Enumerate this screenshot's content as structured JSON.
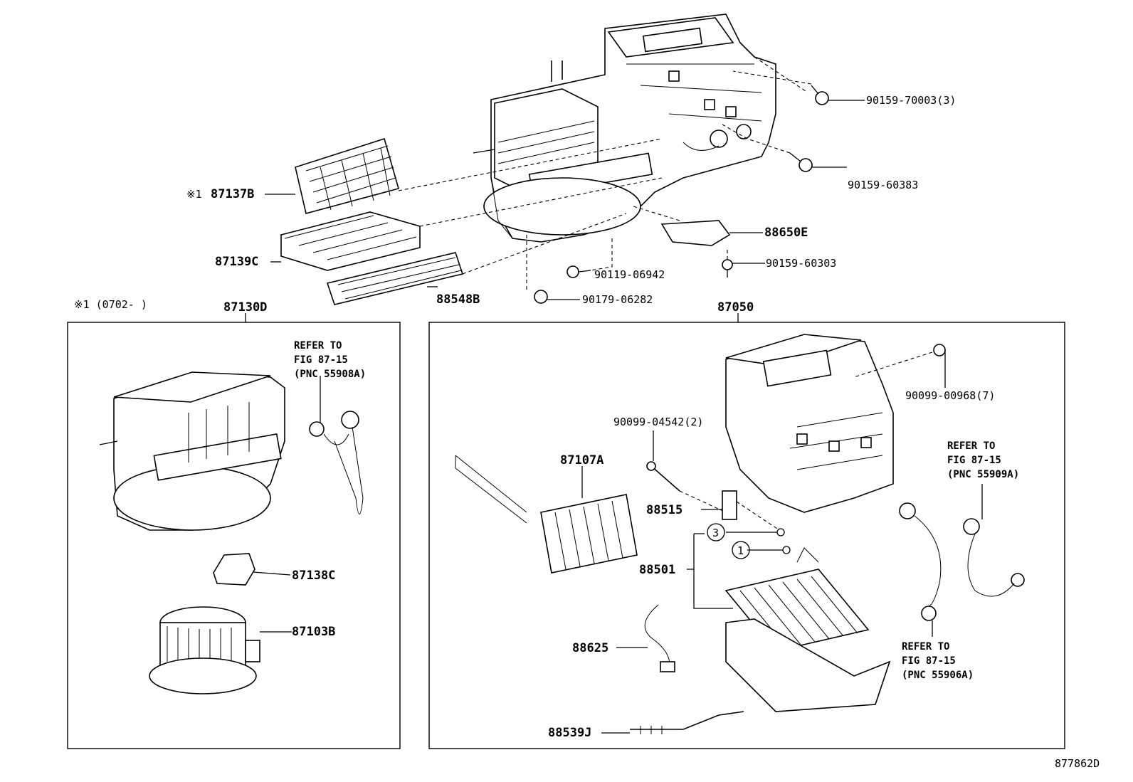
{
  "labels": {
    "p90159_70003": "90159-70003(3)",
    "p90159_60383": "90159-60383",
    "p87137B": "87137B",
    "mark_87137B": "※1",
    "p88650E": "88650E",
    "p87139C": "87139C",
    "p90119_06942": "90119-06942",
    "p90159_60303": "90159-60303",
    "p88548B": "88548B",
    "p90179_06282": "90179-06282",
    "footnote": "※1 (0702-    )",
    "p87130D": "87130D",
    "p87050": "87050",
    "p90099_00968": "90099-00968(7)",
    "p90099_04542": "90099-04542(2)",
    "p87107A": "87107A",
    "p88515": "88515",
    "p88501": "88501",
    "p87138C": "87138C",
    "p87103B": "87103B",
    "p88625": "88625",
    "p88539J": "88539J",
    "circle_3": "3",
    "circle_1": "1",
    "figure_id": "877862D"
  },
  "refer_notes": {
    "left": [
      "REFER TO",
      "FIG 87-15",
      "(PNC 55908A)"
    ],
    "right_top": [
      "REFER TO",
      "FIG 87-15",
      "(PNC 55909A)"
    ],
    "right_bottom": [
      "REFER TO",
      "FIG 87-15",
      "(PNC 55906A)"
    ]
  }
}
